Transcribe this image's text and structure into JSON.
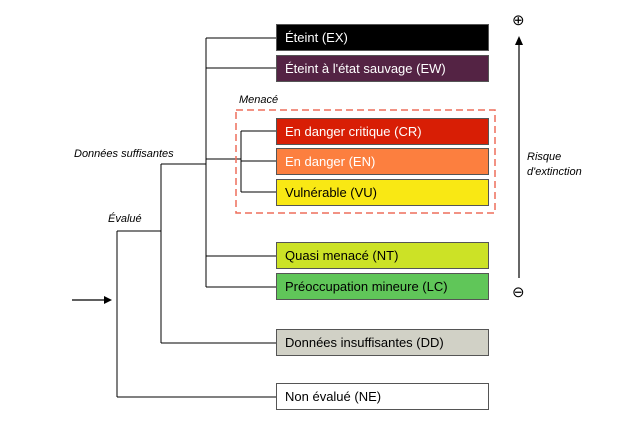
{
  "categories": [
    {
      "code": "EX",
      "label": "Éteint (EX)",
      "bg": "#000000",
      "fg": "#ffffff"
    },
    {
      "code": "EW",
      "label": "Éteint à l'état sauvage (EW)",
      "bg": "#542344",
      "fg": "#ffffff"
    },
    {
      "code": "CR",
      "label": "En danger critique (CR)",
      "bg": "#d81e05",
      "fg": "#ffffff"
    },
    {
      "code": "EN",
      "label": "En danger (EN)",
      "bg": "#fc7f3f",
      "fg": "#ffffff"
    },
    {
      "code": "VU",
      "label": "Vulnérable (VU)",
      "bg": "#f9e814",
      "fg": "#000000"
    },
    {
      "code": "NT",
      "label": "Quasi menacé (NT)",
      "bg": "#cce226",
      "fg": "#000000"
    },
    {
      "code": "LC",
      "label": "Préoccupation mineure (LC)",
      "bg": "#60c659",
      "fg": "#000000"
    },
    {
      "code": "DD",
      "label": "Données insuffisantes (DD)",
      "bg": "#d1d1c6",
      "fg": "#000000"
    },
    {
      "code": "NE",
      "label": "Non évalué (NE)",
      "bg": "#ffffff",
      "fg": "#000000"
    }
  ],
  "group_labels": {
    "threatened": "Menacé",
    "adequate_data": "Données suffisantes",
    "evaluated": "Évalué"
  },
  "risk_axis": {
    "label_line1": "Risque",
    "label_line2": "d'extinction",
    "plus_symbol": "⊕",
    "minus_symbol": "⊖"
  },
  "colors": {
    "threatened_border": "#ee6f5b",
    "lines": "#000000"
  }
}
